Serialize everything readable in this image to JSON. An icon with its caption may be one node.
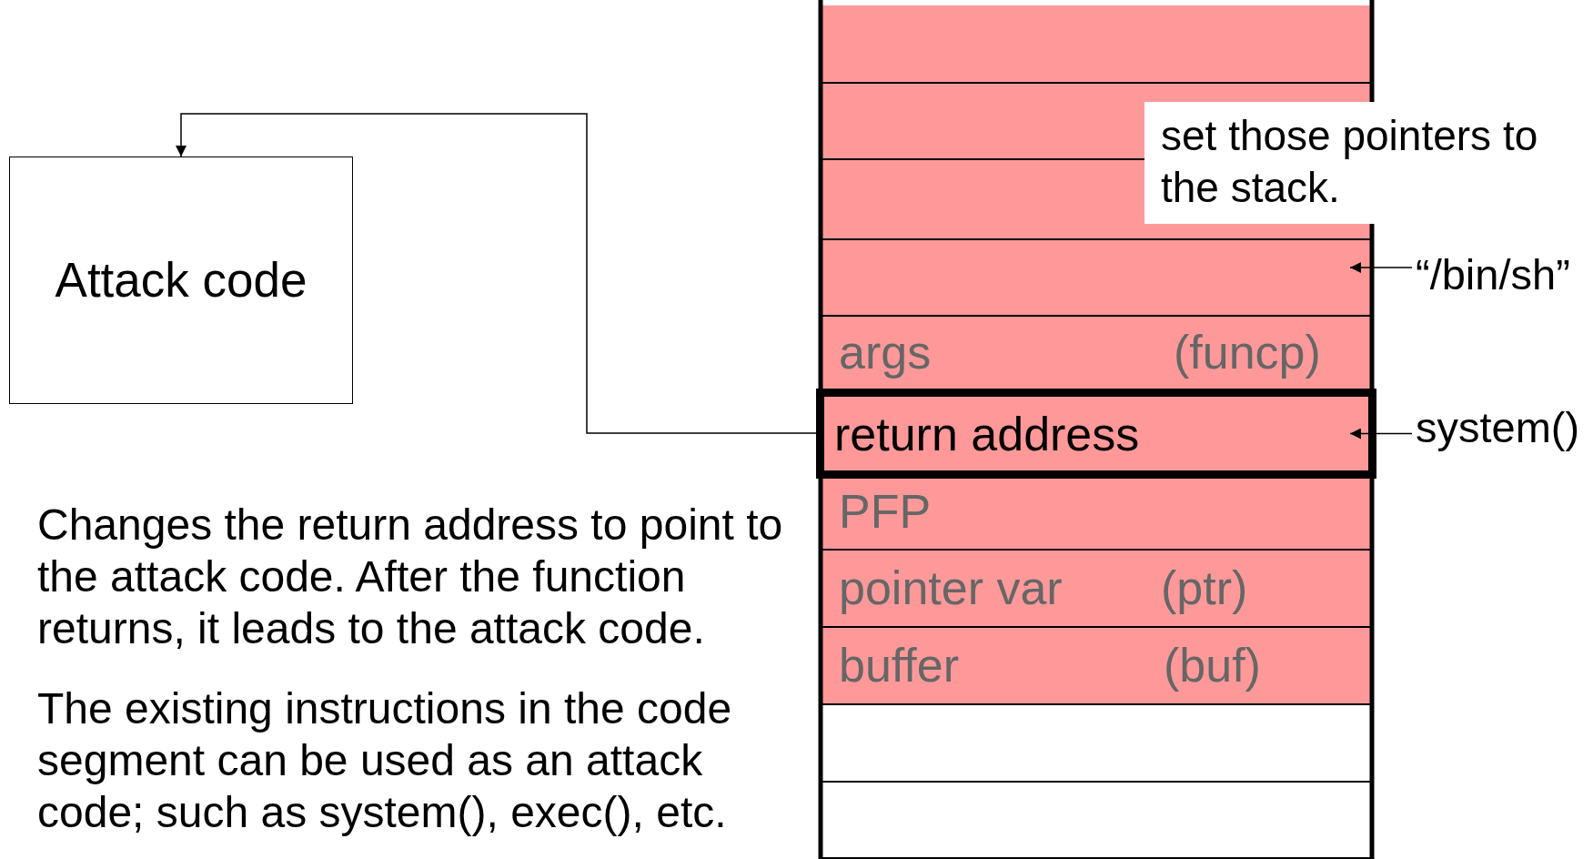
{
  "diagram": {
    "nodes": [
      {
        "text": [
          "Attack code"
        ]
      },
      {
        "text": [],
        "shape": "box"
      },
      {
        "text": [],
        "shape": "box"
      },
      {
        "text": [],
        "shape": "box"
      },
      {
        "text": [],
        "shape": "box"
      },
      {
        "text": [
          "args",
          "(funcp)"
        ]
      },
      {
        "text": [
          "return address"
        ]
      },
      {
        "text": [
          "PFP"
        ]
      },
      {
        "text": [
          "pointer var",
          "(ptr)"
        ]
      },
      {
        "text": [
          "buffer",
          "(buf)"
        ]
      },
      {
        "text": [],
        "shape": "box"
      },
      {
        "text": [],
        "shape": "box"
      },
      {
        "text": [
          "set those pointers to the stack."
        ]
      },
      {
        "text": [
          "“/bin/sh”"
        ]
      },
      {
        "text": [
          "system()"
        ]
      }
    ],
    "edges": [
      {
        "from": 6,
        "to": 0,
        "arrow": "to"
      },
      {
        "from": 13,
        "to": 4,
        "arrow": "to"
      },
      {
        "from": 14,
        "to": 6,
        "arrow": "to"
      }
    ],
    "labels": [
      "Changes the return address to point to the attack code. After the function returns, it leads to the attack code.",
      "The existing instructions in the code segment can be used as an attack code; such as system(), exec(), etc."
    ]
  }
}
